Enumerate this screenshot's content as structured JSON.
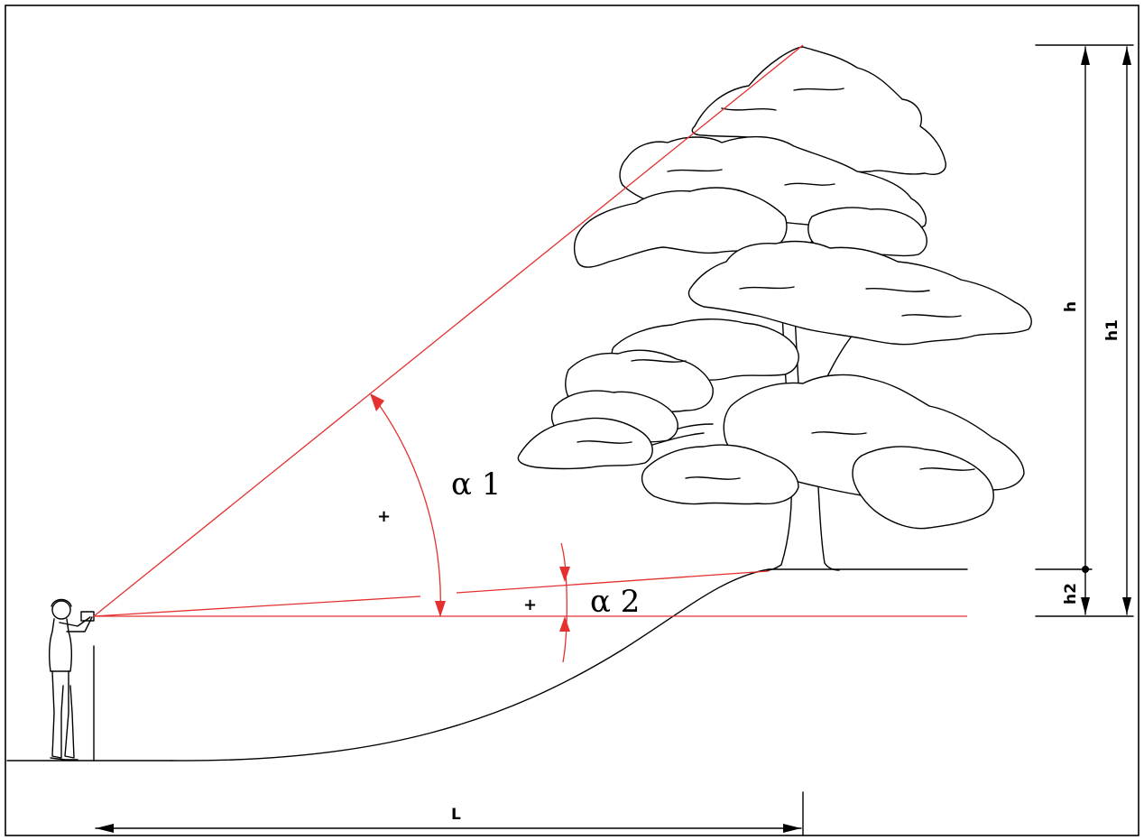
{
  "labels": {
    "alpha1": "α 1",
    "alpha2": "α 2",
    "plus1": "+",
    "plus2": "+",
    "h": "h",
    "h1": "h1",
    "h2": "h2",
    "L": "L"
  },
  "colors": {
    "sight_line": "#e53030",
    "ink": "#000000",
    "background": "#ffffff"
  },
  "icons": {
    "observer": "surveyor-with-clinometer-icon",
    "tree": "tree-illustration"
  }
}
